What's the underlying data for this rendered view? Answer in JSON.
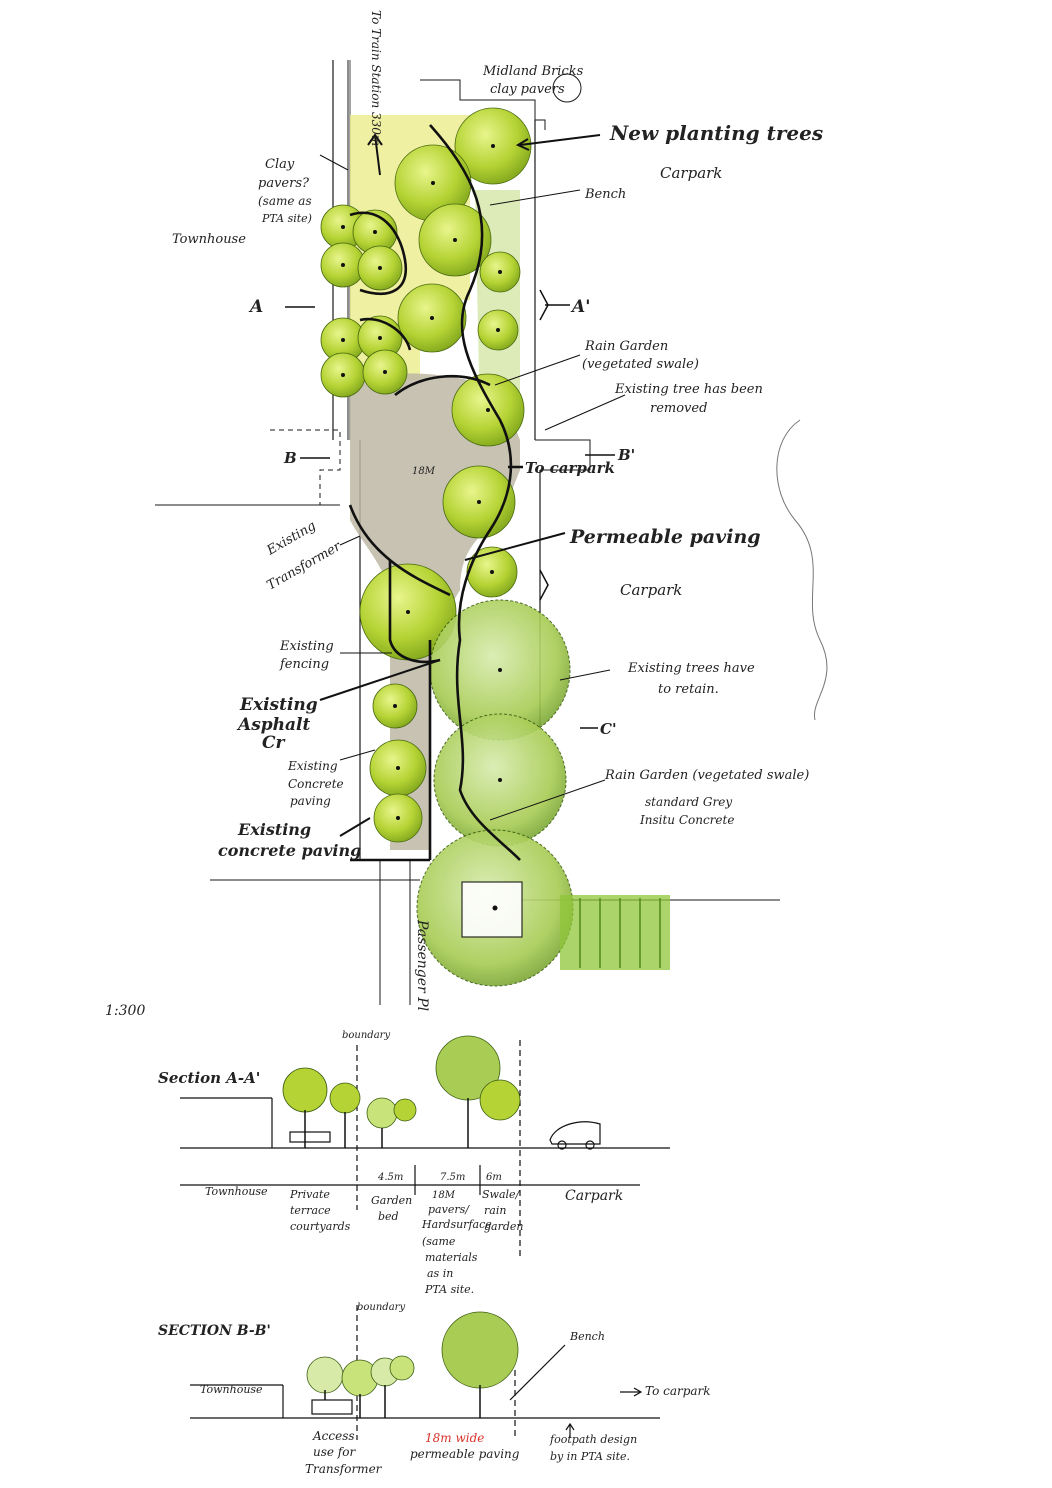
{
  "plan": {
    "to_train_station": "To Train Station 330m",
    "midland_bricks": "Midland Bricks",
    "clay_pavers_top": "clay pavers",
    "new_planting_trees": "New planting trees",
    "carpark_top": "Carpark",
    "bench": "Bench",
    "clay_pavers_side_1": "Clay",
    "clay_pavers_side_2": "pavers?",
    "clay_pavers_side_3": "(same as",
    "clay_pavers_side_4": "PTA site)",
    "townhouse": "Townhouse",
    "label_a": "A",
    "label_a_prime": "A'",
    "rain_garden_1a": "Rain Garden",
    "rain_garden_1b": "(vegetated swale)",
    "existing_tree_removed_a": "Existing tree has been",
    "existing_tree_removed_b": "removed",
    "label_b": "B",
    "label_b_prime": "B'",
    "width_18m": "18M",
    "to_carpark": "To carpark",
    "existing_transformer_a": "Existing",
    "existing_transformer_b": "Transformer",
    "permeable_paving": "Permeable paving",
    "carpark_mid": "Carpark",
    "existing_fencing_a": "Existing",
    "existing_fencing_b": "fencing",
    "existing_trees_retain_a": "Existing trees have",
    "existing_trees_retain_b": "to retain.",
    "existing_asphalt_a": "Existing",
    "existing_asphalt_b": "Asphalt",
    "existing_asphalt_c": "Cr",
    "label_c_prime": "C'",
    "existing_concrete_a": "Existing",
    "existing_concrete_b": "Concrete",
    "existing_concrete_c": "paving",
    "rain_garden_2": "Rain Garden (vegetated swale)",
    "standard_grey_a": "standard Grey",
    "standard_grey_b": "Insitu Concrete",
    "existing_concrete_bold_a": "Existing",
    "existing_concrete_bold_b": "concrete paving",
    "passenger_pl": "Passenger Pl",
    "scale": "1:300"
  },
  "section_a": {
    "title": "Section A-A'",
    "boundary": "boundary",
    "dim_1": "4.5m",
    "dim_2": "7.5m",
    "dim_3": "6m",
    "townhouse": "Townhouse",
    "private_a": "Private",
    "private_b": "terrace",
    "private_c": "courtyards",
    "garden_a": "Garden",
    "garden_b": "bed",
    "pavers_a": "18M",
    "pavers_b": "pavers/",
    "pavers_c": "Hardsurface",
    "pavers_d": "(same",
    "pavers_e": "materials",
    "pavers_f": "as in",
    "pavers_g": "PTA site.",
    "swale_a": "Swale/",
    "swale_b": "rain",
    "swale_c": "garden",
    "carpark": "Carpark"
  },
  "section_b": {
    "title": "SECTION B-B'",
    "boundary": "boundary",
    "bench": "Bench",
    "townhouse": "Townhouse",
    "to_carpark": "To carpark",
    "access_a": "Access",
    "access_b": "use for",
    "access_c": "Transformer",
    "width_red": "18m wide",
    "permeable": "permeable paving",
    "footpath_a": "footpath design",
    "footpath_b": "by in PTA site."
  },
  "colors": {
    "tree_fill": "#b5d334",
    "tree_dark": "#8bb31f",
    "big_tree": "#a8cc54",
    "paving": "#bdb7a4",
    "clay": "#ecec8c",
    "ink": "#1a1a1a",
    "red_text": "#d8322b"
  }
}
